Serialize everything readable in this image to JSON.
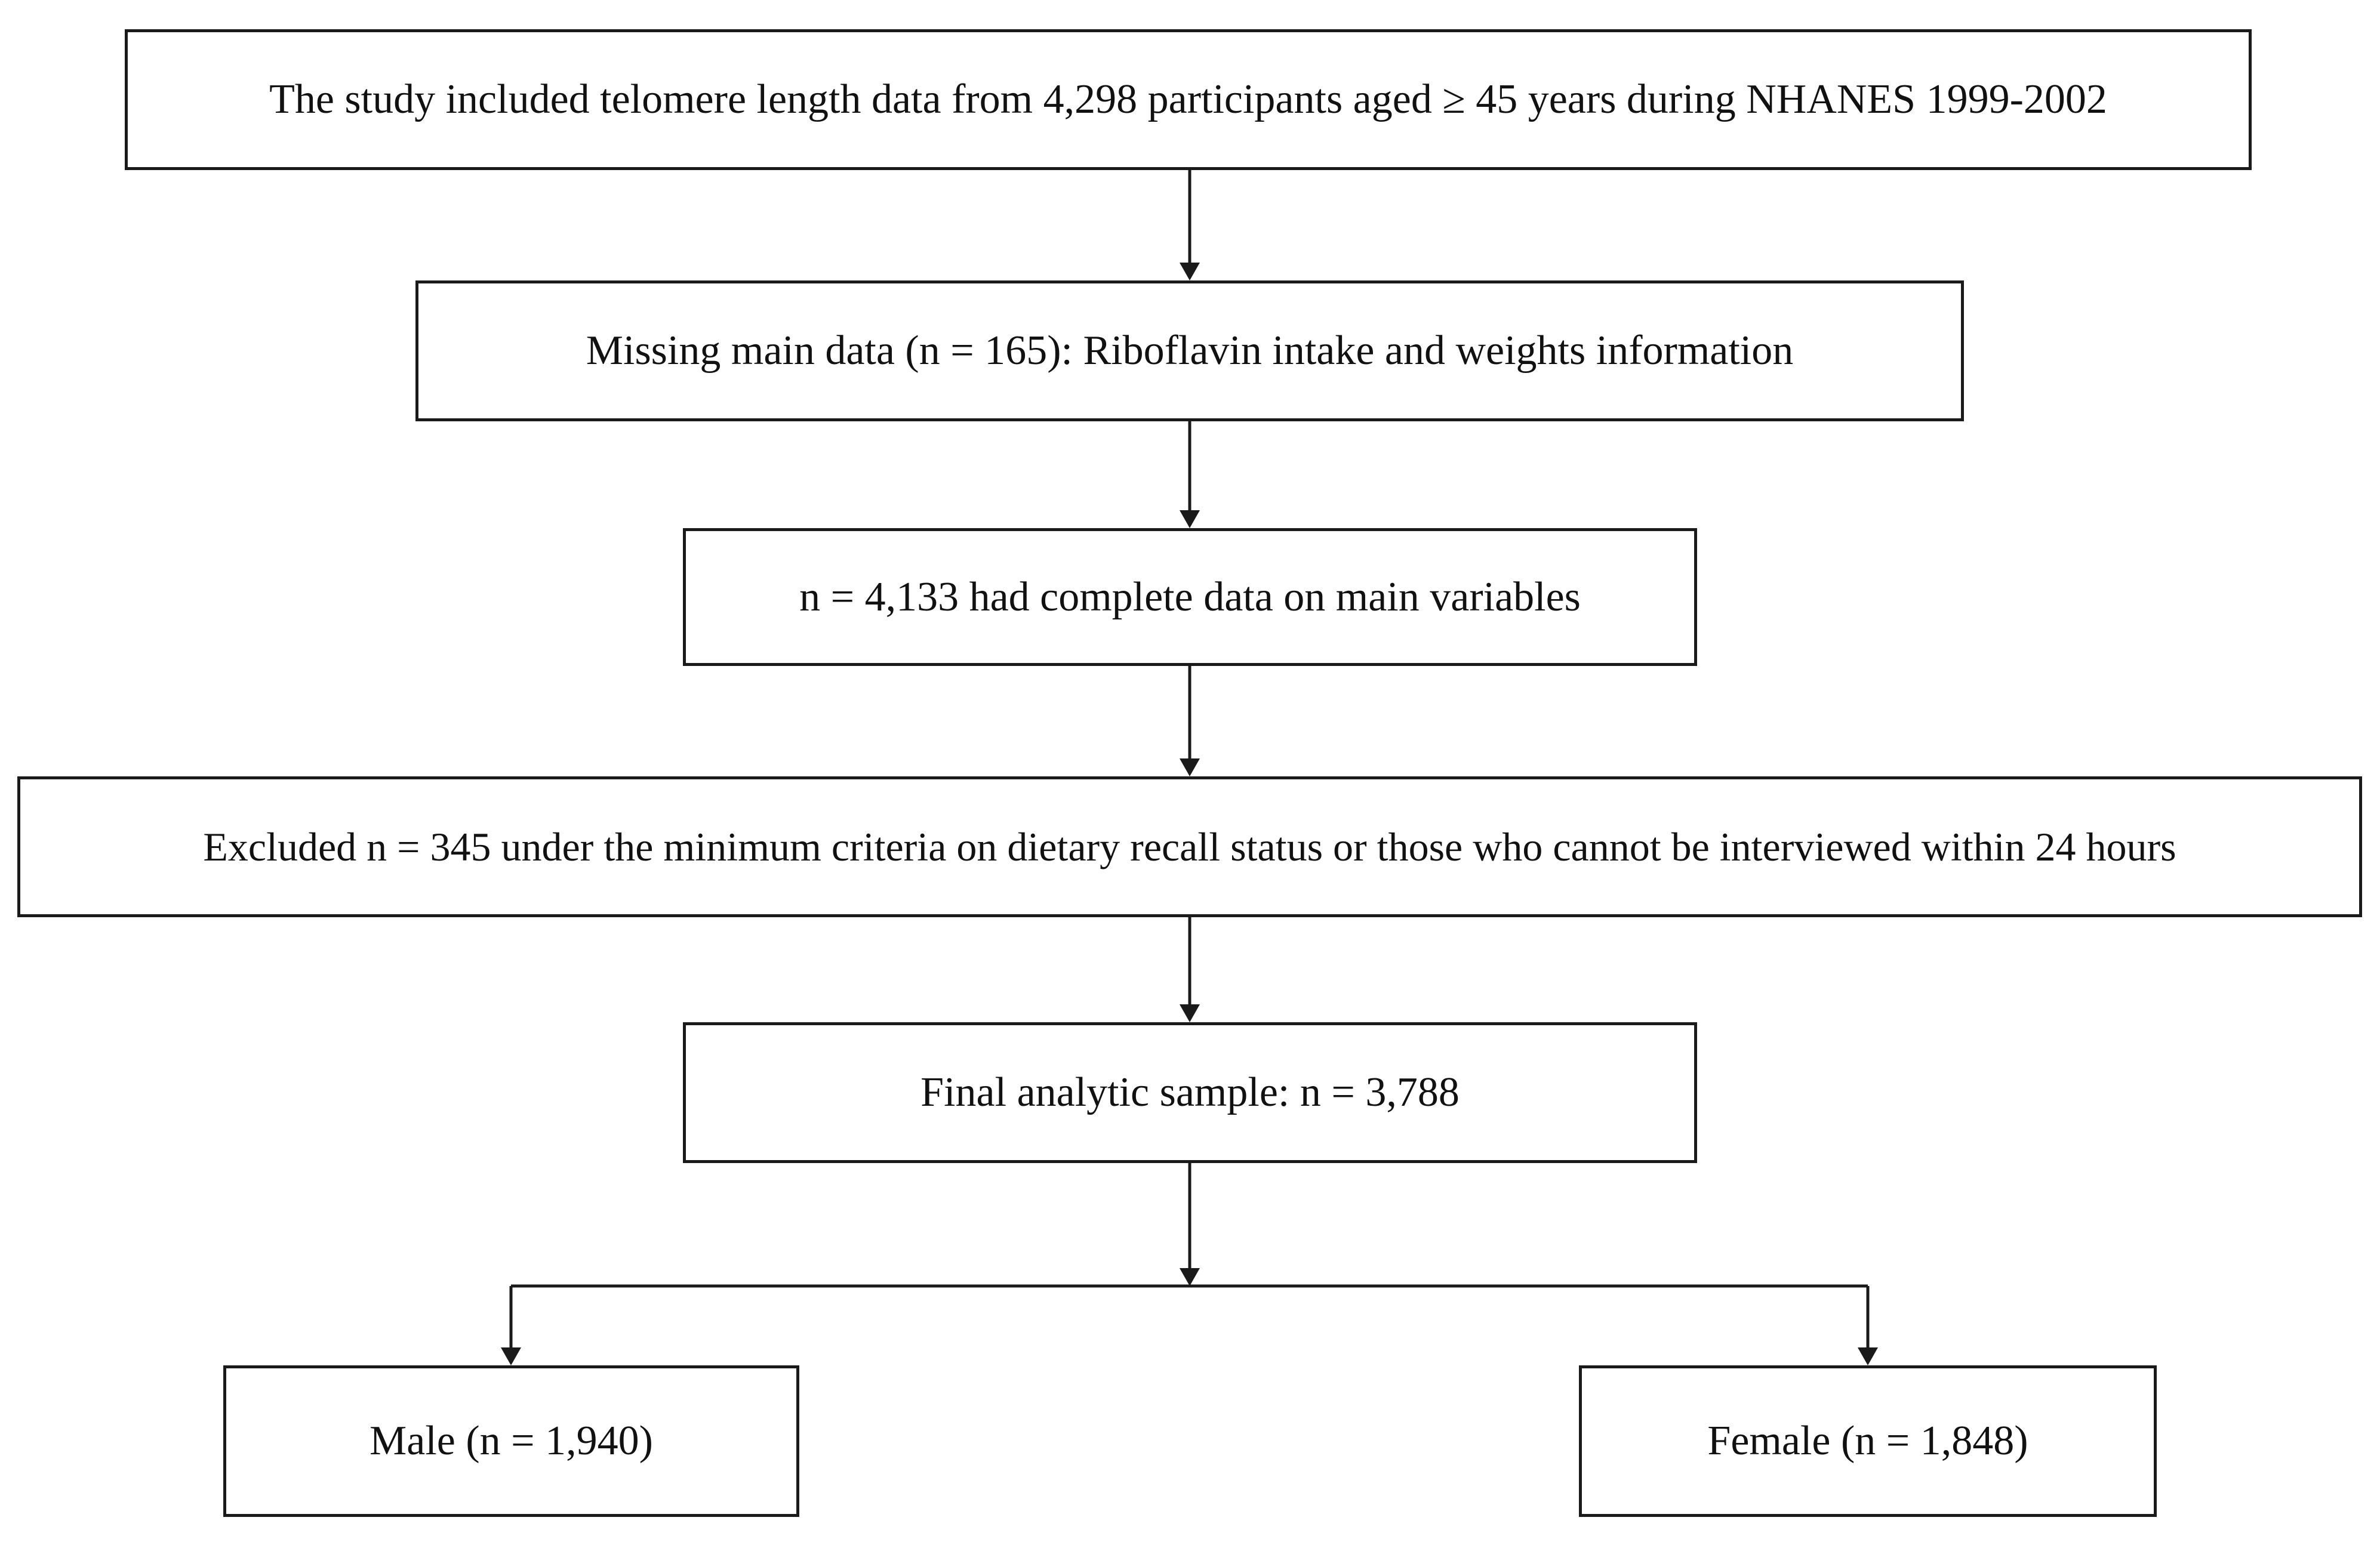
{
  "flowchart": {
    "study_included": "The study included telomere length data from 4,298 participants aged ≥ 45 years during NHANES 1999-2002",
    "missing_data": "Missing main data (n = 165): Riboflavin intake and weights information",
    "complete_data": "n = 4,133 had complete data on main variables",
    "excluded": "Excluded n = 345 under the minimum criteria on dietary recall status or those who cannot be interviewed within 24 hours",
    "final_sample": "Final analytic sample: n = 3,788",
    "male": "Male (n = 1,940)",
    "female": "Female (n = 1,848)"
  }
}
